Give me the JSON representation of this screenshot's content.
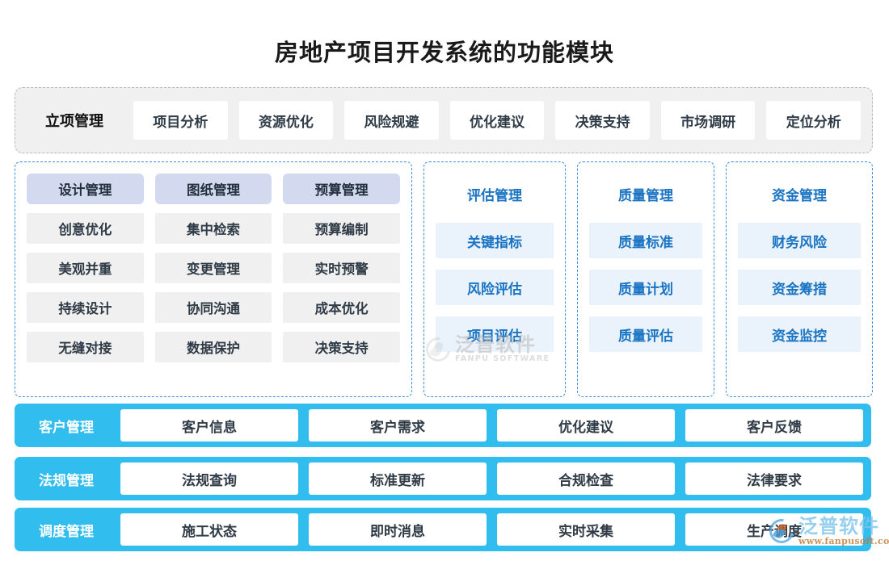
{
  "page_title": "房地产项目开发系统的功能模块",
  "colors": {
    "accent_blue": "#31bdee",
    "panel_dash_blue": "#3d8ede",
    "chip_lavender": "#d3daf0",
    "chip_gray": "#f0f0f0",
    "blue_text": "#1a74c3",
    "blue_item_bg": "#eaf3fb",
    "top_container_bg": "#f0f0f0",
    "top_container_border": "#b8b8b8"
  },
  "top_row": {
    "label": "立项管理",
    "chips": [
      "项目分析",
      "资源优化",
      "风险规避",
      "优化建议",
      "决策支持",
      "市场调研",
      "定位分析"
    ]
  },
  "middle": {
    "panel_a": {
      "columns": [
        {
          "head": "设计管理",
          "items": [
            "创意优化",
            "美观并重",
            "持续设计",
            "无缝对接"
          ]
        },
        {
          "head": "图纸管理",
          "items": [
            "集中检索",
            "变更管理",
            "协同沟通",
            "数据保护"
          ]
        },
        {
          "head": "预算管理",
          "items": [
            "预算编制",
            "实时预警",
            "成本优化",
            "决策支持"
          ]
        }
      ]
    },
    "panel_b": {
      "head": "评估管理",
      "items": [
        "关键指标",
        "风险评估",
        "项目评估"
      ]
    },
    "panel_c": {
      "head": "质量管理",
      "items": [
        "质量标准",
        "质量计划",
        "质量评估"
      ]
    },
    "panel_d": {
      "head": "资金管理",
      "items": [
        "财务风险",
        "资金筹措",
        "资金监控"
      ]
    }
  },
  "bottom_bars": [
    {
      "label": "客户管理",
      "chips": [
        "客户信息",
        "客户需求",
        "优化建议",
        "客户反馈"
      ]
    },
    {
      "label": "法规管理",
      "chips": [
        "法规查询",
        "标准更新",
        "合规检查",
        "法律要求"
      ]
    },
    {
      "label": "调度管理",
      "chips": [
        "施工状态",
        "即时消息",
        "实时采集",
        "生产调度"
      ]
    }
  ],
  "watermarks": {
    "center": {
      "cn": "泛普软件",
      "en": "FANPU SOFTWARE"
    },
    "corner": {
      "cn": "泛普软件",
      "en": "www.fanpusoft.com"
    }
  }
}
